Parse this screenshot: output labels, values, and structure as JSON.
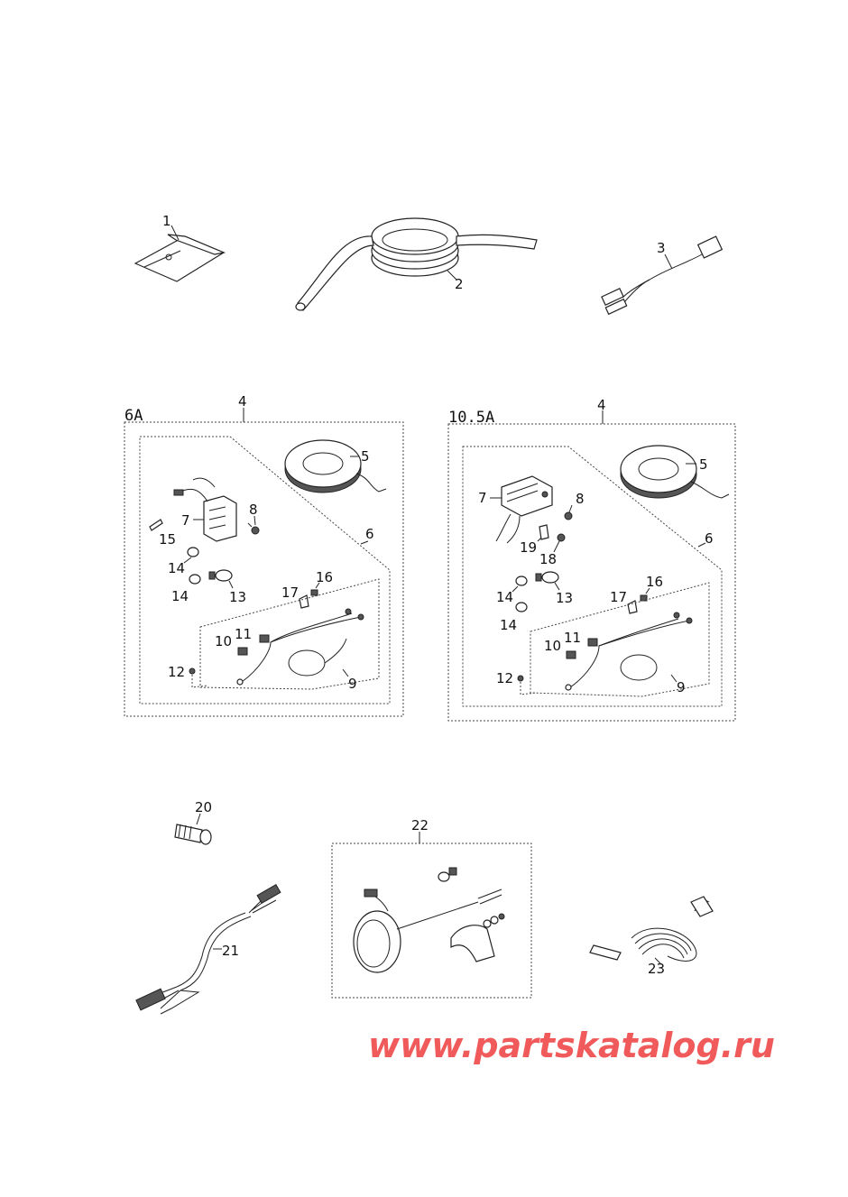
{
  "section_labels": {
    "a": "6A",
    "b": "10.5A"
  },
  "callouts": {
    "p1": "1",
    "p2": "2",
    "p3": "3",
    "a4": "4",
    "a5": "5",
    "a6": "6",
    "a7": "7",
    "a8": "8",
    "a9": "9",
    "a10": "10",
    "a11": "11",
    "a12": "12",
    "a13": "13",
    "a14a": "14",
    "a14b": "14",
    "a15": "15",
    "a16": "16",
    "a17": "17",
    "b4": "4",
    "b5": "5",
    "b6": "6",
    "b7": "7",
    "b8": "8",
    "b9": "9",
    "b10": "10",
    "b11": "11",
    "b12": "12",
    "b13": "13",
    "b14a": "14",
    "b14b": "14",
    "b16": "16",
    "b17": "17",
    "b18": "18",
    "b19": "19",
    "p20": "20",
    "p21": "21",
    "p22": "22",
    "p23": "23"
  },
  "watermark": "www.partskatalog.ru",
  "colors": {
    "watermark": "#f05a5a",
    "line": "#222222"
  }
}
